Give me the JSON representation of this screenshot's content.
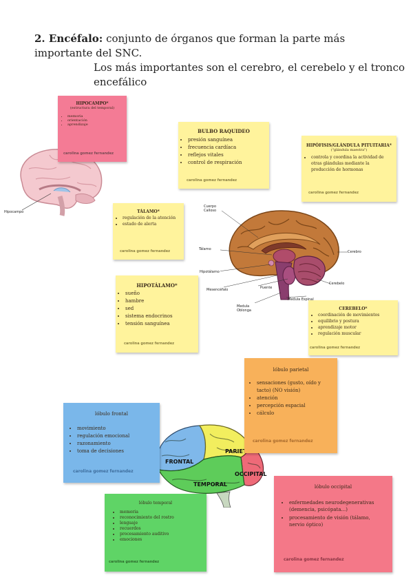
{
  "title": {
    "number": "2. Encéfalo:",
    "line1": " conjunto de órganos que forman la parte más importante del SNC.",
    "line2": "Los más importantes son el cerebro, el cerebelo y el tronco encefálico"
  },
  "signature": "carolina gomez fernandez",
  "colors": {
    "pink": "#f47b95",
    "yellow": "#fff39c",
    "blue": "#7ab7ea",
    "orange": "#f8b15a",
    "green": "#5fd466",
    "pinkRed": "#f47888"
  },
  "notes": {
    "hipocampo": {
      "title": "HIPOCAMPO*",
      "subtitle": "(estructura del temporal)",
      "items": [
        "memoria",
        "orientación",
        "aprendizaje"
      ]
    },
    "bulbo": {
      "title": "BULBO RAQUIDEO",
      "items": [
        "presión sanguínea",
        "frecuencia cardíaca",
        "reflejos vitales",
        "control de respiración"
      ]
    },
    "hipofisis": {
      "title": "HIPÓFISIS/GLÁNDULA PITUITARIA*",
      "subtitle": "(\"glándula maestra\")",
      "items": [
        "controla y coordina la actividad de otras glándulas mediante la producción de hormonas"
      ]
    },
    "talamo": {
      "title": "TÁLAMO*",
      "items": [
        "regulación de la atención",
        "estado de alerta"
      ]
    },
    "hipotalamo": {
      "title": "HIPOTÁLAMO*",
      "items": [
        "sueño",
        "hambre",
        "sed",
        "sistema endocrinos",
        "tensión sanguínea"
      ]
    },
    "cerebelo": {
      "title": "CEREBELO*",
      "items": [
        "coordinación de movimientos",
        "equilibrio y postura",
        "aprendizaje motor",
        "regulación muscular"
      ]
    },
    "parietal": {
      "title": "lóbulo parietal",
      "items": [
        "sensaciones (gusto, oído y tacto) (NO visión)",
        "atención",
        "percepción espacial",
        "cálculo"
      ]
    },
    "frontal": {
      "title": "lóbulo frontal",
      "items": [
        "movimiento",
        "regulación emocional",
        "razonamiento",
        "toma de decisiones"
      ]
    },
    "temporal": {
      "title": "lóbulo temporal",
      "items": [
        "memoria",
        "reconocimiento del rostro",
        "lenguaje",
        "recuerdos",
        "procesamiento auditivo",
        "emociones"
      ]
    },
    "occipital": {
      "title": "lóbulo occipital",
      "items": [
        "enfermedades neurodegenerativas (demencia, psicópata...)",
        "procesamiento de visión (tálamo, nervio óptico)"
      ]
    }
  },
  "brain_labels": {
    "cuerpo_calloso": "Cuerpo Calloso",
    "talamo": "Tálamo",
    "hipotalamo": "Hipotálamo",
    "mesencefalo": "Mesencéfalo",
    "medula_oblonga": "Medula Oblonga",
    "puente": "Puente",
    "medula_espinal": "Medula Espinal",
    "cerebro": "Cerebro",
    "cerebelo": "Cerebelo",
    "hipocampo": "Hipocampo"
  },
  "lobe_labels": {
    "frontal": "FRONTAL",
    "parietal": "PARIETAL",
    "occipital": "OCCIPITAL",
    "temporal": "TEMPORAL"
  }
}
